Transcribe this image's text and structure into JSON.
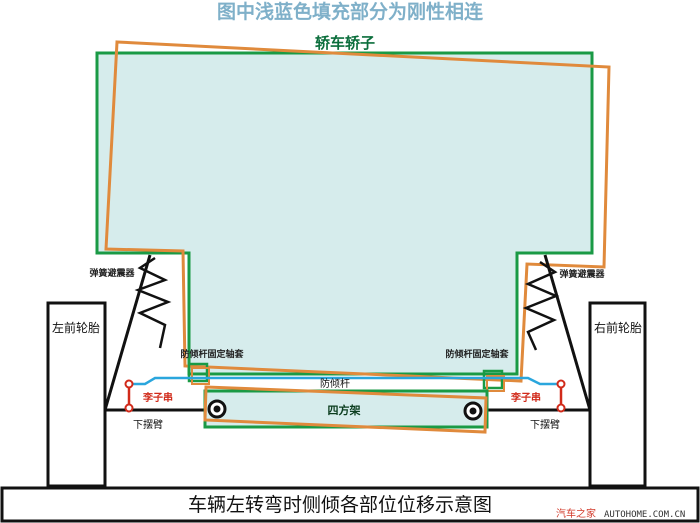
{
  "title": "图中浅蓝色填充部分为刚性相连",
  "labels": {
    "car_body": "轿车轿子",
    "spring_left": "弹簧避震器",
    "spring_right": "弹簧避震器",
    "tire_left": "左前轮胎",
    "tire_right": "右前轮胎",
    "bushing_left": "防倾杆固定轴套",
    "bushing_right": "防倾杆固定轴套",
    "anti_roll_bar": "防倾杆",
    "link_left": "李子串",
    "link_right": "李子串",
    "arm_left": "下摆臂",
    "arm_right": "下摆臂",
    "subframe": "四方架"
  },
  "caption": "车辆左转弯时侧倾各部位位移示意图",
  "watermark": {
    "brand": "汽车之家",
    "site": "AUTOHOME.COM.CN"
  },
  "colors": {
    "fill": "#d6ecec",
    "green": "#1a9a45",
    "orange": "#e08a3c",
    "blue": "#2aa6dd",
    "red": "#d12a1a",
    "title": "#7fb0c9"
  }
}
